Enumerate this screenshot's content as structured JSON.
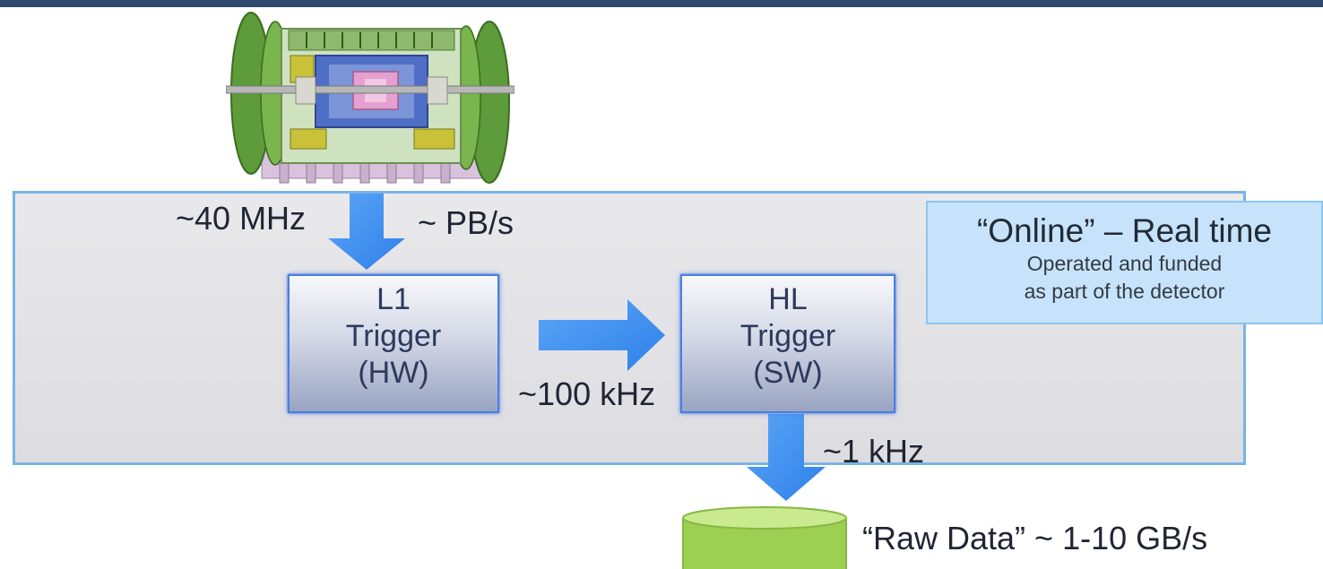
{
  "detector": {
    "icon": "atlas-detector-icon"
  },
  "rates": {
    "collision_rate": "~40 MHz",
    "raw_bandwidth": "~ PB/s",
    "l1_output_rate": "~100 kHz",
    "hl_output_rate": "~1 kHz"
  },
  "l1_trigger": {
    "line1": "L1",
    "line2": "Trigger",
    "line3": "(HW)"
  },
  "hl_trigger": {
    "line1": "HL",
    "line2": "Trigger",
    "line3": "(SW)"
  },
  "online": {
    "title": "“Online” – Real time",
    "line1": "Operated and funded",
    "line2": "as part of the detector"
  },
  "storage": {
    "label": "“Raw Data” ~ 1-10 GB/s",
    "icon": "disk-storage-icon"
  },
  "colors": {
    "arrow": "#3d8ff0",
    "online_region_border": "#79b3e6",
    "online_note_fill": "#c7e3fb",
    "trigger_border": "#4a7fe0",
    "disk": "#a6d95a",
    "top_bar": "#2f4a6e"
  }
}
